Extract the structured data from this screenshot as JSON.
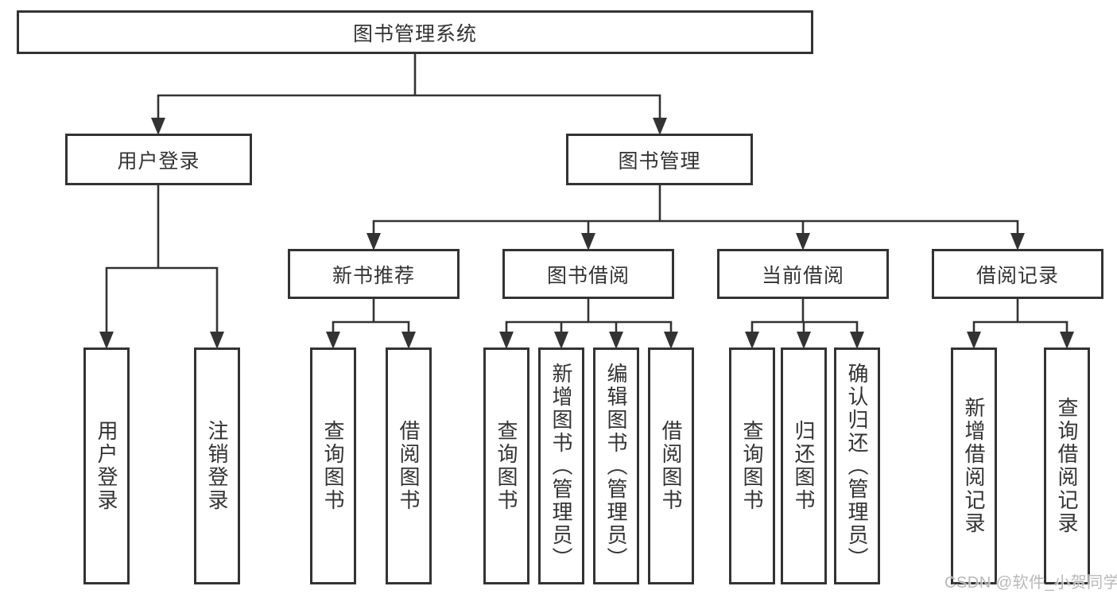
{
  "diagram": {
    "root": {
      "label": "图书管理系统"
    },
    "branches": [
      {
        "label": "用户登录",
        "children": [
          {
            "label": "用户登录"
          },
          {
            "label": "注销登录"
          }
        ]
      },
      {
        "label": "图书管理",
        "children": [
          {
            "label": "新书推荐",
            "children": [
              {
                "label": "查询图书"
              },
              {
                "label": "借阅图书"
              }
            ]
          },
          {
            "label": "图书借阅",
            "children": [
              {
                "label": "查询图书"
              },
              {
                "label": "新增图书（管理员）"
              },
              {
                "label": "编辑图书（管理员）"
              },
              {
                "label": "借阅图书"
              }
            ]
          },
          {
            "label": "当前借阅",
            "children": [
              {
                "label": "查询图书"
              },
              {
                "label": "归还图书"
              },
              {
                "label": "确认归还（管理员）"
              }
            ]
          },
          {
            "label": "借阅记录",
            "children": [
              {
                "label": "新增借阅记录"
              },
              {
                "label": "查询借阅记录"
              }
            ]
          }
        ]
      }
    ]
  },
  "watermark": {
    "text": "CSDN @软件_小贺同学"
  },
  "colors": {
    "line": "#333333",
    "text": "#333333",
    "box_background": "#ffffff",
    "watermark": "#b3b3b3",
    "background": "#ffffff"
  }
}
